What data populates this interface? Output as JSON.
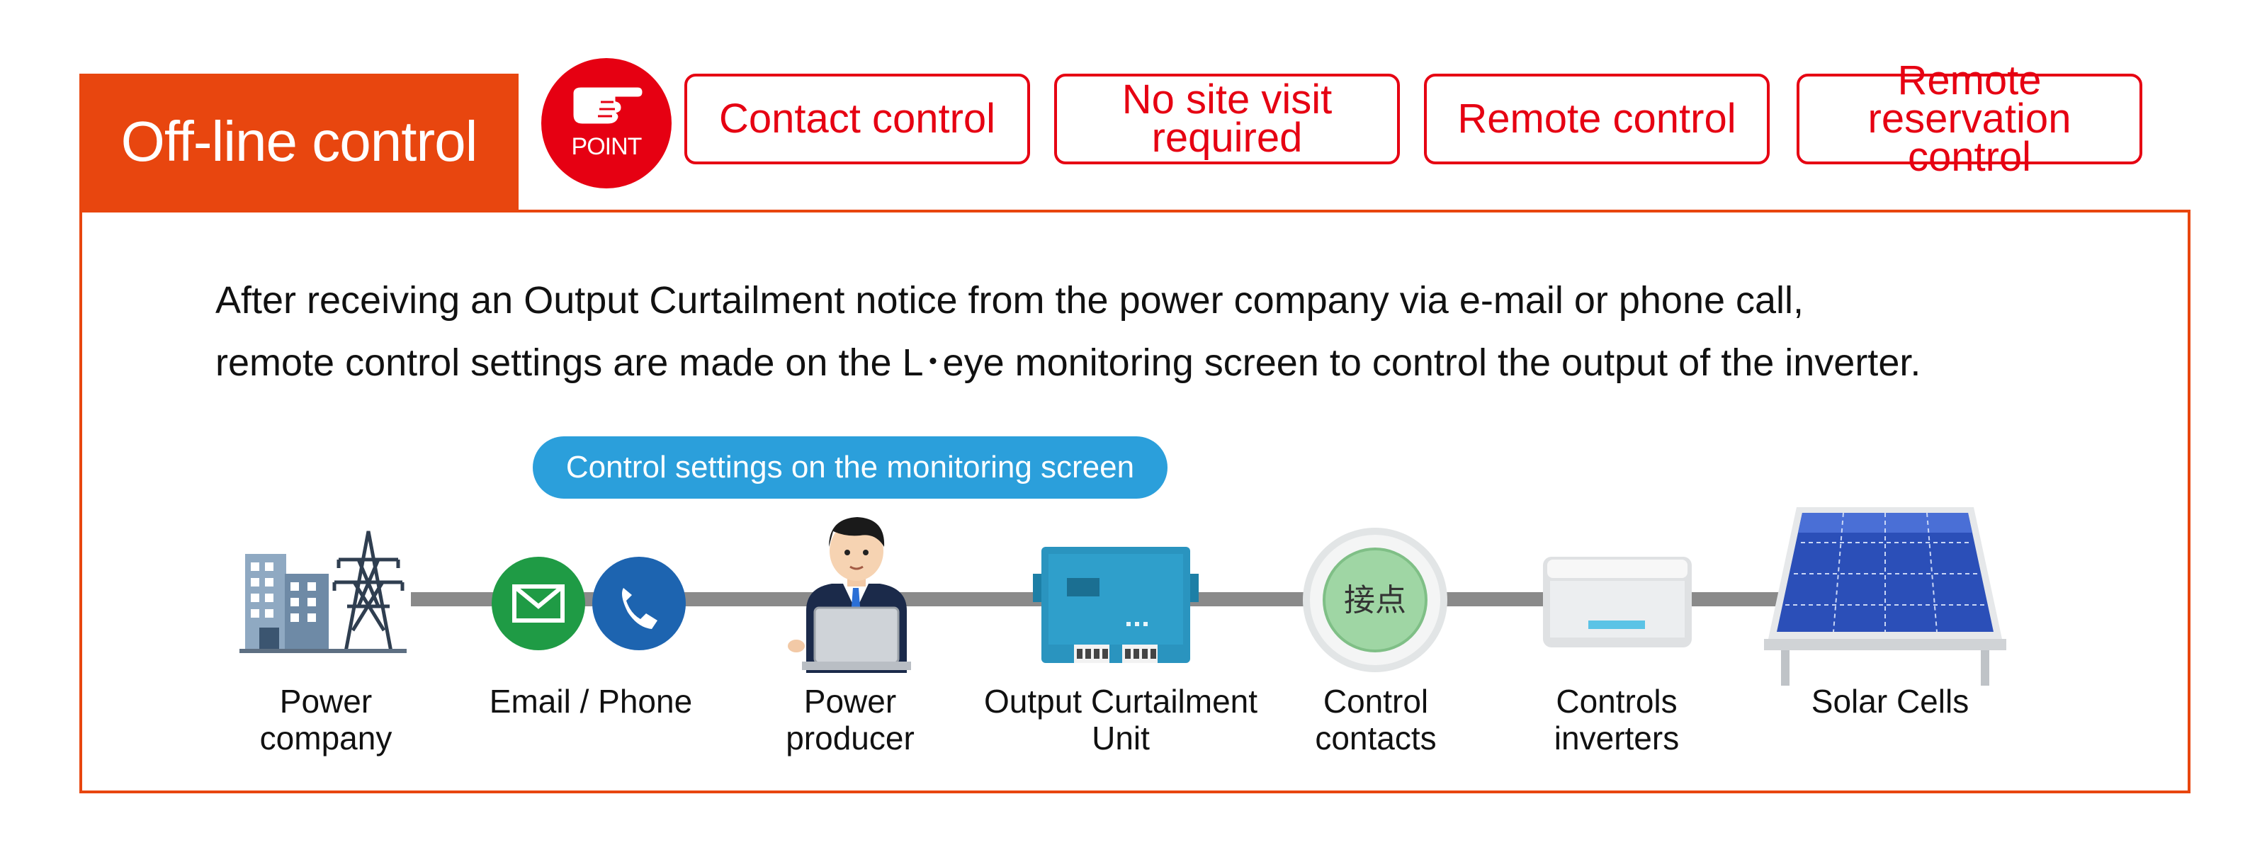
{
  "header": {
    "title": "Off-line control",
    "point_label": "POINT",
    "features": [
      {
        "label": "Contact control"
      },
      {
        "label": "No site visit\nrequired"
      },
      {
        "label": "Remote control"
      },
      {
        "label": "Remote reservation\ncontrol"
      }
    ]
  },
  "description": {
    "line1": "After receiving an Output Curtailment notice from the power company via e-mail or phone call,",
    "line2": "remote control settings are made on the L･eye monitoring screen to control the output of the inverter."
  },
  "flow": {
    "settings_label": "Control settings on the monitoring screen",
    "contact_glyph": "接点",
    "steps": [
      {
        "label": "Power\ncompany",
        "icon": "power-company-icon"
      },
      {
        "label": "Email / Phone",
        "icon": "email-phone-icon"
      },
      {
        "label": "Power\nproducer",
        "icon": "person-laptop-icon"
      },
      {
        "label": "Output Curtailment\nUnit",
        "icon": "curtailment-unit-icon"
      },
      {
        "label": "Control\ncontacts",
        "icon": "control-contact-icon"
      },
      {
        "label": "Controls\ninverters",
        "icon": "inverter-icon"
      },
      {
        "label": "Solar Cells",
        "icon": "solar-panel-icon"
      }
    ]
  },
  "colors": {
    "title_bg": "#e8460f",
    "accent_red": "#e60012",
    "pill_blue": "#2b9fdb",
    "line_gray": "#8a8a8a"
  }
}
